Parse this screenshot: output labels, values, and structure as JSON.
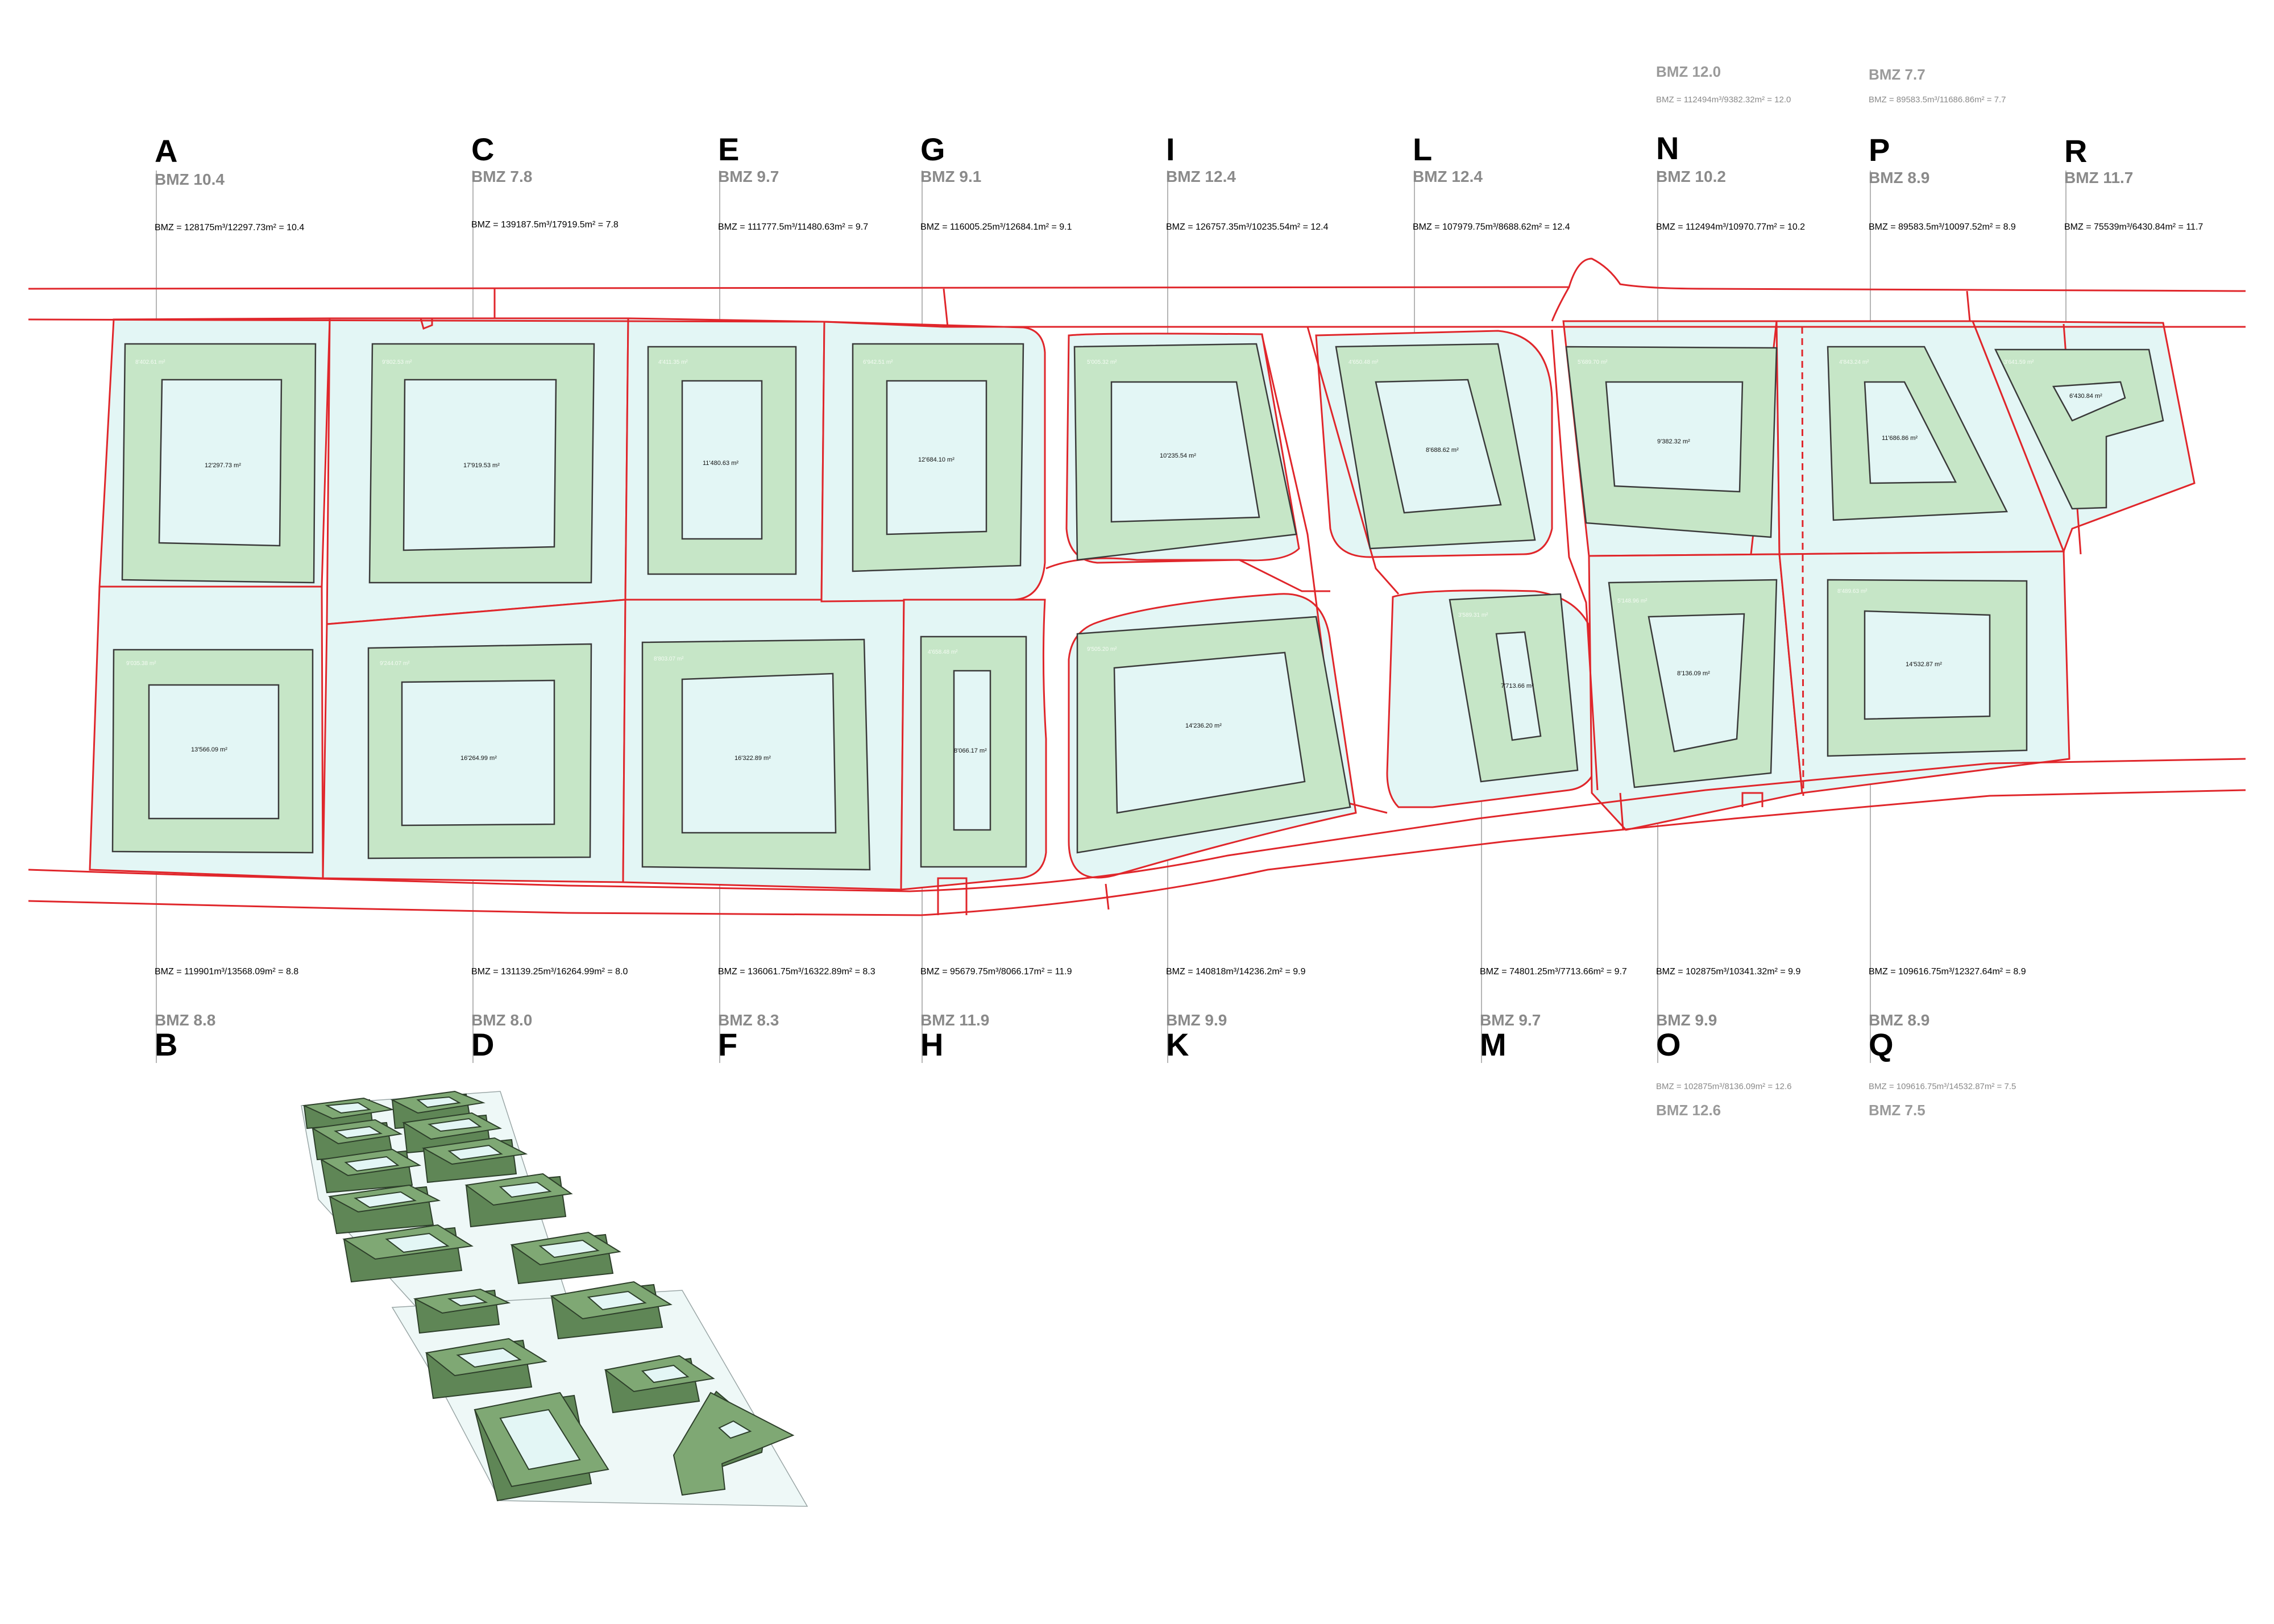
{
  "blocks": {
    "A": {
      "letter": "A",
      "bmz": "BMZ 10.4",
      "formula": "BMZ = 128175m³/12297.73m² = 10.4",
      "courtyard": "12'297.73 m²"
    },
    "B": {
      "letter": "B",
      "bmz": "BMZ 8.8",
      "formula": "BMZ = 119901m³/13568.09m² = 8.8",
      "courtyard": "13'566.09 m²"
    },
    "C": {
      "letter": "C",
      "bmz": "BMZ 7.8",
      "formula": "BMZ = 139187.5m³/17919.5m² = 7.8",
      "courtyard": "17'919.53 m²"
    },
    "D": {
      "letter": "D",
      "bmz": "BMZ 8.0",
      "formula": "BMZ = 131139.25m³/16264.99m² = 8.0",
      "courtyard": "16'264.99 m²"
    },
    "E": {
      "letter": "E",
      "bmz": "BMZ 9.7",
      "formula": "BMZ = 111777.5m³/11480.63m² = 9.7",
      "courtyard": "11'480.63 m²"
    },
    "F": {
      "letter": "F",
      "bmz": "BMZ 8.3",
      "formula": "BMZ = 136061.75m³/16322.89m² = 8.3",
      "courtyard": "16'322.89 m²"
    },
    "G": {
      "letter": "G",
      "bmz": "BMZ 9.1",
      "formula": "BMZ = 116005.25m³/12684.1m² = 9.1",
      "courtyard": "12'684.10 m²"
    },
    "H": {
      "letter": "H",
      "bmz": "BMZ 11.9",
      "formula": "BMZ = 95679.75m³/8066.17m² = 11.9",
      "courtyard": "8'066.17 m²"
    },
    "I": {
      "letter": "I",
      "bmz": "BMZ 12.4",
      "formula": "BMZ = 126757.35m³/10235.54m² = 12.4",
      "courtyard": "10'235.54 m²"
    },
    "K": {
      "letter": "K",
      "bmz": "BMZ 9.9",
      "formula": "BMZ = 140818m³/14236.2m² = 9.9",
      "courtyard": "14'236.20 m²"
    },
    "L": {
      "letter": "L",
      "bmz": "BMZ 12.4",
      "formula": "BMZ = 107979.75m³/8688.62m² = 12.4",
      "courtyard": "8'688.62 m²"
    },
    "M": {
      "letter": "M",
      "bmz": "BMZ 9.7",
      "formula": "BMZ = 74801.25m³/7713.66m² = 9.7",
      "courtyard": "7'713.66 m²"
    },
    "N": {
      "letter": "N",
      "bmz": "BMZ 10.2",
      "formula": "BMZ = 112494m³/10970.77m² = 10.2",
      "courtyard": "9'382.32 m²",
      "alt_bmz": "BMZ 12.0",
      "alt_formula": "BMZ = 112494m³/9382.32m² = 12.0"
    },
    "O": {
      "letter": "O",
      "bmz": "BMZ 9.9",
      "formula": "BMZ = 102875m³/10341.32m² = 9.9",
      "courtyard": "8'136.09 m²",
      "alt_bmz": "BMZ 12.6",
      "alt_formula": "BMZ = 102875m³/8136.09m² = 12.6"
    },
    "P": {
      "letter": "P",
      "bmz": "BMZ 8.9",
      "formula": "BMZ = 89583.5m³/10097.52m² = 8.9",
      "courtyard": "11'686.86 m²",
      "alt_bmz": "BMZ 7.7",
      "alt_formula": "BMZ = 89583.5m³/11686.86m² = 7.7"
    },
    "Q": {
      "letter": "Q",
      "bmz": "BMZ 8.9",
      "formula": "BMZ = 109616.75m³/12327.64m² = 8.9",
      "courtyard": "14'532.87 m²",
      "alt_bmz": "BMZ 7.5",
      "alt_formula": "BMZ = 109616.75m³/14532.87m² = 7.5"
    },
    "R": {
      "letter": "R",
      "bmz": "BMZ 11.7",
      "formula": "BMZ = 75539m³/6430.84m² = 11.7",
      "courtyard": "6'430.84 m²"
    }
  },
  "colors": {
    "parcel_fill": "#e3f6f5",
    "parcel_boundary": "#e0262b",
    "building_footprint": "#c6e6c7",
    "building_3d": "#7fa874"
  }
}
